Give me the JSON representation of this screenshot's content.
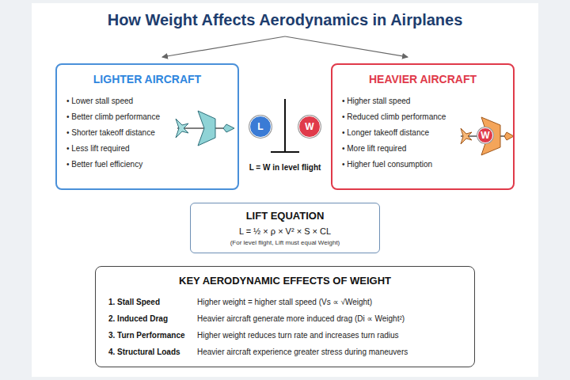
{
  "diagram": {
    "title": "How Weight Affects Aerodynamics in Airplanes",
    "nodes": [
      {
        "text": [
          "LIGHTER AIRCRAFT",
          "• Lower stall speed",
          "• Better climb performance",
          "• Shorter takeoff distance",
          "• Less lift required",
          "• Better fuel efficiency"
        ]
      },
      {
        "text": [
          "HEAVIER AIRCRAFT",
          "• Higher stall speed",
          "• Reduced climb performance",
          "• Longer takeoff distance",
          "• More lift required",
          "• Higher fuel consumption"
        ]
      },
      {
        "text": [
          "W"
        ],
        "in": 1
      },
      {
        "text": [
          "L"
        ]
      },
      {
        "text": [
          "W"
        ]
      },
      {
        "text": [
          "LIFT EQUATION",
          "L = ½ × ρ × V² × S × CL",
          "(For level flight, Lift must equal Weight)"
        ]
      },
      {
        "text": [
          "KEY AERODYNAMIC EFFECTS OF WEIGHT",
          "1. Stall Speed",
          "Higher weight = higher stall speed (Vs ∝ √Weight)",
          "2. Induced Drag",
          "Heavier aircraft generate more induced drag (Di ∝ Weight²)",
          "3. Turn Performance",
          "Higher weight reduces turn rate and increases turn radius",
          "4. Structural Loads",
          "Heavier aircraft experience greater stress during maneuvers"
        ]
      }
    ],
    "labels": [
      "L = W in level flight"
    ]
  }
}
